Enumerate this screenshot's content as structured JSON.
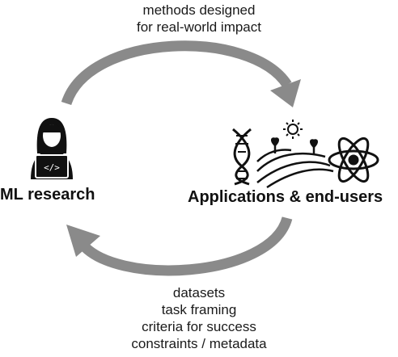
{
  "top_caption": {
    "lines": [
      "methods designed",
      "for real-world impact"
    ]
  },
  "bottom_caption": {
    "lines": [
      "datasets",
      "task framing",
      "criteria for success",
      "constraints / metadata"
    ]
  },
  "nodes": {
    "left": {
      "label": "ML research",
      "icon": "researcher-laptop-icon"
    },
    "right": {
      "label": "Applications & end-users",
      "icons": [
        "dna-icon",
        "farm-field-icon",
        "sun-icon",
        "atom-icon"
      ]
    }
  },
  "colors": {
    "arrow": "#8a8a8a",
    "icon": "#111111"
  }
}
